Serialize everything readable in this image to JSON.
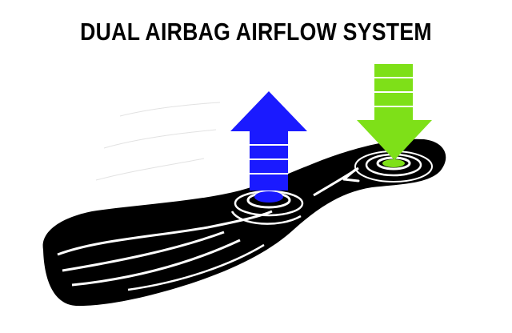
{
  "title": "DUAL AIRBAG AIRFLOW SYSTEM",
  "colors": {
    "background": "#ffffff",
    "insole": "#000000",
    "outflow_arrow": "#1a1aff",
    "inflow_arrow": "#7ee018",
    "stripe": "#ffffff"
  },
  "elements": {
    "outflow_arrow_icon": "arrow-up",
    "inflow_arrow_icon": "arrow-down",
    "insole_icon": "insole-silhouette"
  }
}
